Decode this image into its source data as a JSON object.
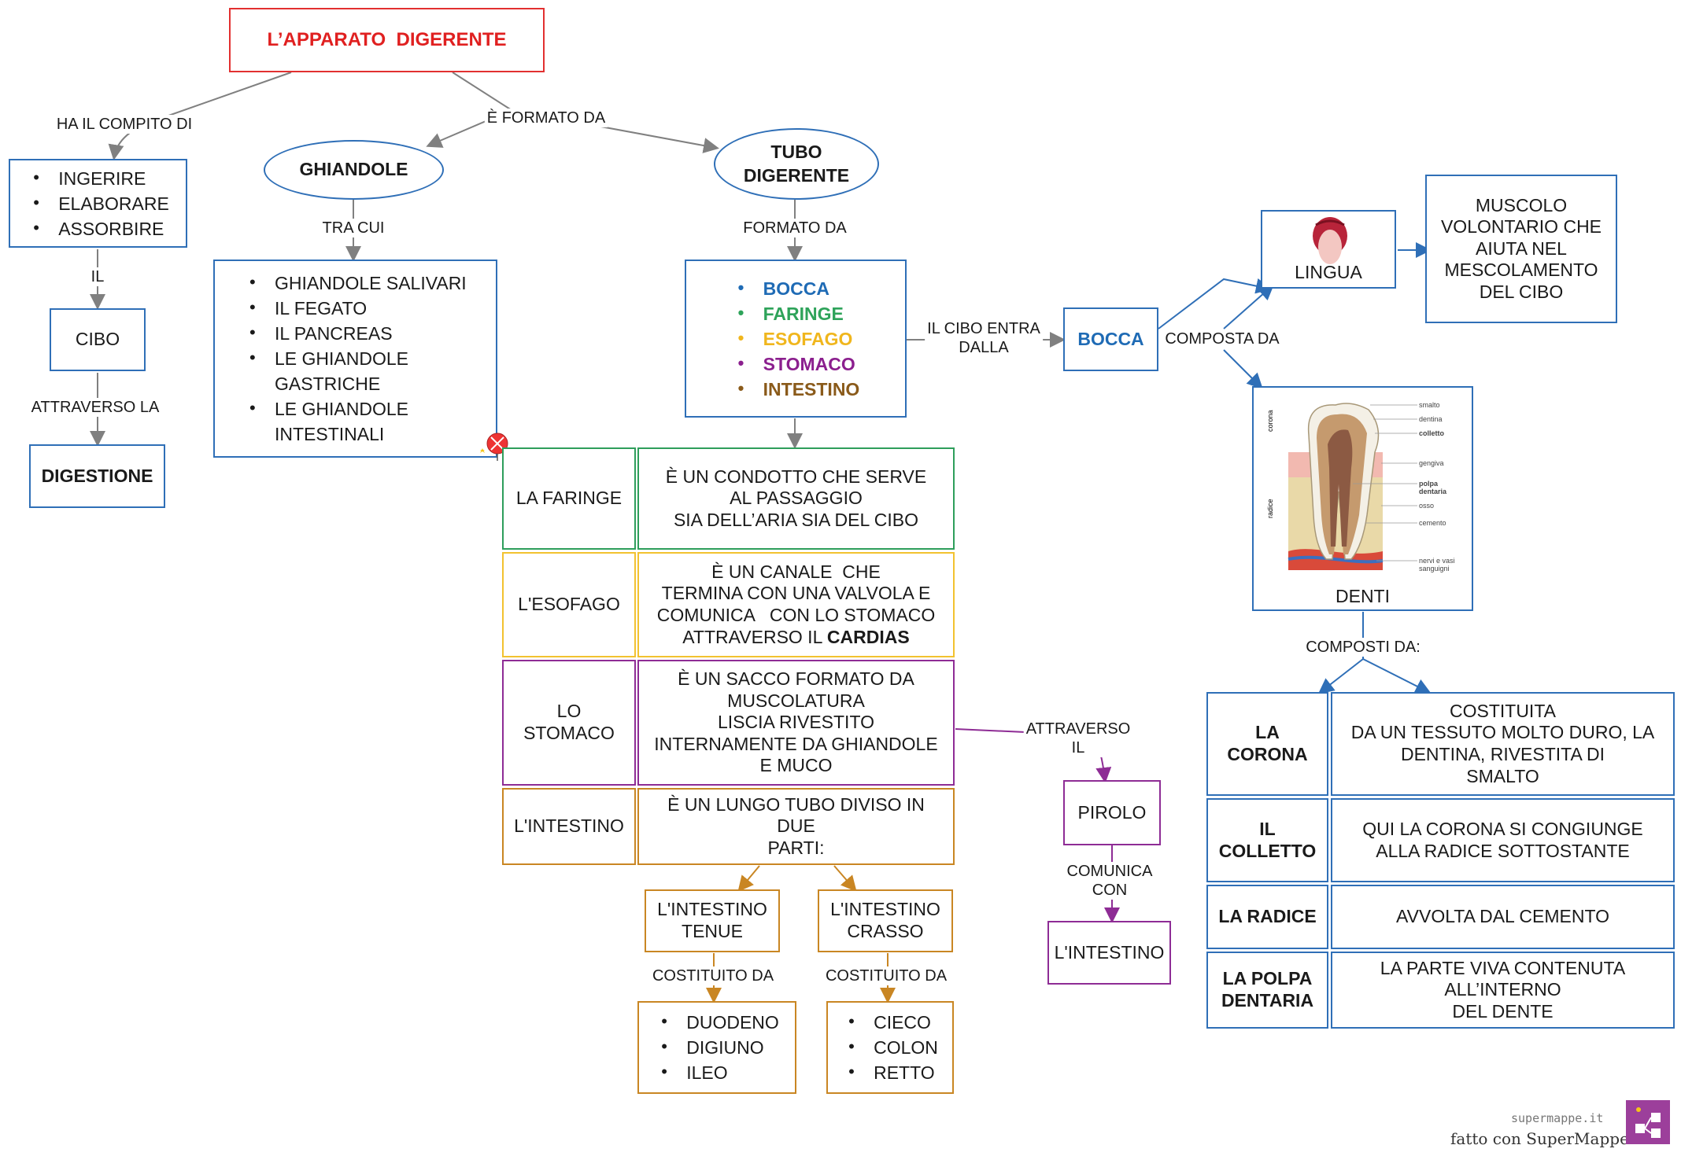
{
  "title": "L’APPARATO  DIGERENTE",
  "labels": {
    "compito": "HA IL COMPITO DI",
    "formato": "È FORMATO DA",
    "il": "IL",
    "attraverso_la": "ATTRAVERSO LA",
    "tra_cui": "TRA CUI",
    "formato_da": "FORMATO DA",
    "cibo_entra": "IL CIBO ENTRA\nDALLA",
    "composta_da": "COMPOSTA DA",
    "composti_da": "COMPOSTI DA:",
    "attraverso_il": "ATTRAVERSO\nIL",
    "comunica_con": "COMUNICA\nCON",
    "costituito_tenue": "COSTITUITO DA",
    "costituito_crasso": "COSTITUITO DA"
  },
  "compiti": [
    "INGERIRE",
    "ELABORARE",
    "ASSORBIRE"
  ],
  "cibo": "CIBO",
  "digestione": "DIGESTIONE",
  "ghiandole": "GHIANDOLE",
  "ghiandole_list": [
    "GHIANDOLE SALIVARI",
    "IL FEGATO",
    "IL PANCREAS",
    "LE GHIANDOLE GASTRICHE",
    "LE GHIANDOLE INTESTINALI"
  ],
  "tubo": "TUBO\nDIGERENTE",
  "tubo_list": [
    {
      "text": "BOCCA",
      "color": "#1f6bb5"
    },
    {
      "text": "FARINGE",
      "color": "#2ea35a"
    },
    {
      "text": "ESOFAGO",
      "color": "#f0b61d"
    },
    {
      "text": "STOMACO",
      "color": "#8b1f8e"
    },
    {
      "text": "INTESTINO",
      "color": "#8a5a1a"
    }
  ],
  "organs": [
    {
      "name": "LA FARINGE",
      "desc": "È UN CONDOTTO CHE SERVE\nAL PASSAGGIO\nSIA DELL’ARIA SIA DEL CIBO"
    },
    {
      "name": "L'ESOFAGO",
      "desc_pre": "È UN CANALE  CHE\nTERMINA CON UNA VALVOLA E\nCOMUNICA   CON LO STOMACO\nATTRAVERSO IL ",
      "desc_bold": "CARDIAS"
    },
    {
      "name": "LO\nSTOMACO",
      "desc": "È UN SACCO FORMATO DA\nMUSCOLATURA\nLISCIA RIVESTITO\nINTERNAMENTE DA GHIANDOLE\nE MUCO"
    },
    {
      "name": "L'INTESTINO",
      "desc": "È UN LUNGO TUBO DIVISO IN\nDUE\nPARTI:"
    }
  ],
  "tenue": "L'INTESTINO\nTENUE",
  "crasso": "L'INTESTINO\nCRASSO",
  "tenue_list": [
    "DUODENO",
    "DIGIUNO",
    "ILEO"
  ],
  "crasso_list": [
    "CIECO",
    "COLON",
    "RETTO"
  ],
  "piloro": "PIROLO",
  "intestino_end": "L'INTESTINO",
  "bocca": "BOCCA",
  "lingua": "LINGUA",
  "lingua_desc": "MUSCOLO\nVOLONTARIO CHE\nAIUTA NEL\nMESCOLAMENTO\nDEL CIBO",
  "denti": "DENTI",
  "tooth_labels": {
    "right": [
      "smalto",
      "dentina",
      "colletto",
      "gengiva",
      "polpa\ndentaria",
      "osso",
      "cemento",
      "nervi e vasi\nsanguigni"
    ],
    "corona": "corona",
    "radice": "radice"
  },
  "tooth_parts": [
    {
      "name": "LA\nCORONA",
      "desc": "COSTITUITA\nDA UN TESSUTO MOLTO DURO, LA\nDENTINA, RIVESTITA DI\nSMALTO"
    },
    {
      "name": "IL\nCOLLETTO",
      "desc": "QUI LA CORONA SI CONGIUNGE\nALLA RADICE SOTTOSTANTE"
    },
    {
      "name": "LA RADICE",
      "desc": "AVVOLTA DAL CEMENTO"
    },
    {
      "name": "LA POLPA\nDENTARIA",
      "desc": "LA PARTE VIVA CONTENUTA\nALL’INTERNO\nDEL DENTE"
    }
  ],
  "footer": {
    "site": "supermappe.it",
    "made": "fatto con SuperMappe"
  },
  "colors": {
    "blue": "#2f6fb7",
    "red": "#e23030",
    "green": "#2e9e5b",
    "yellow": "#f2c230",
    "purple": "#8e2c95",
    "brown": "#c98623",
    "grey": "#808080"
  }
}
